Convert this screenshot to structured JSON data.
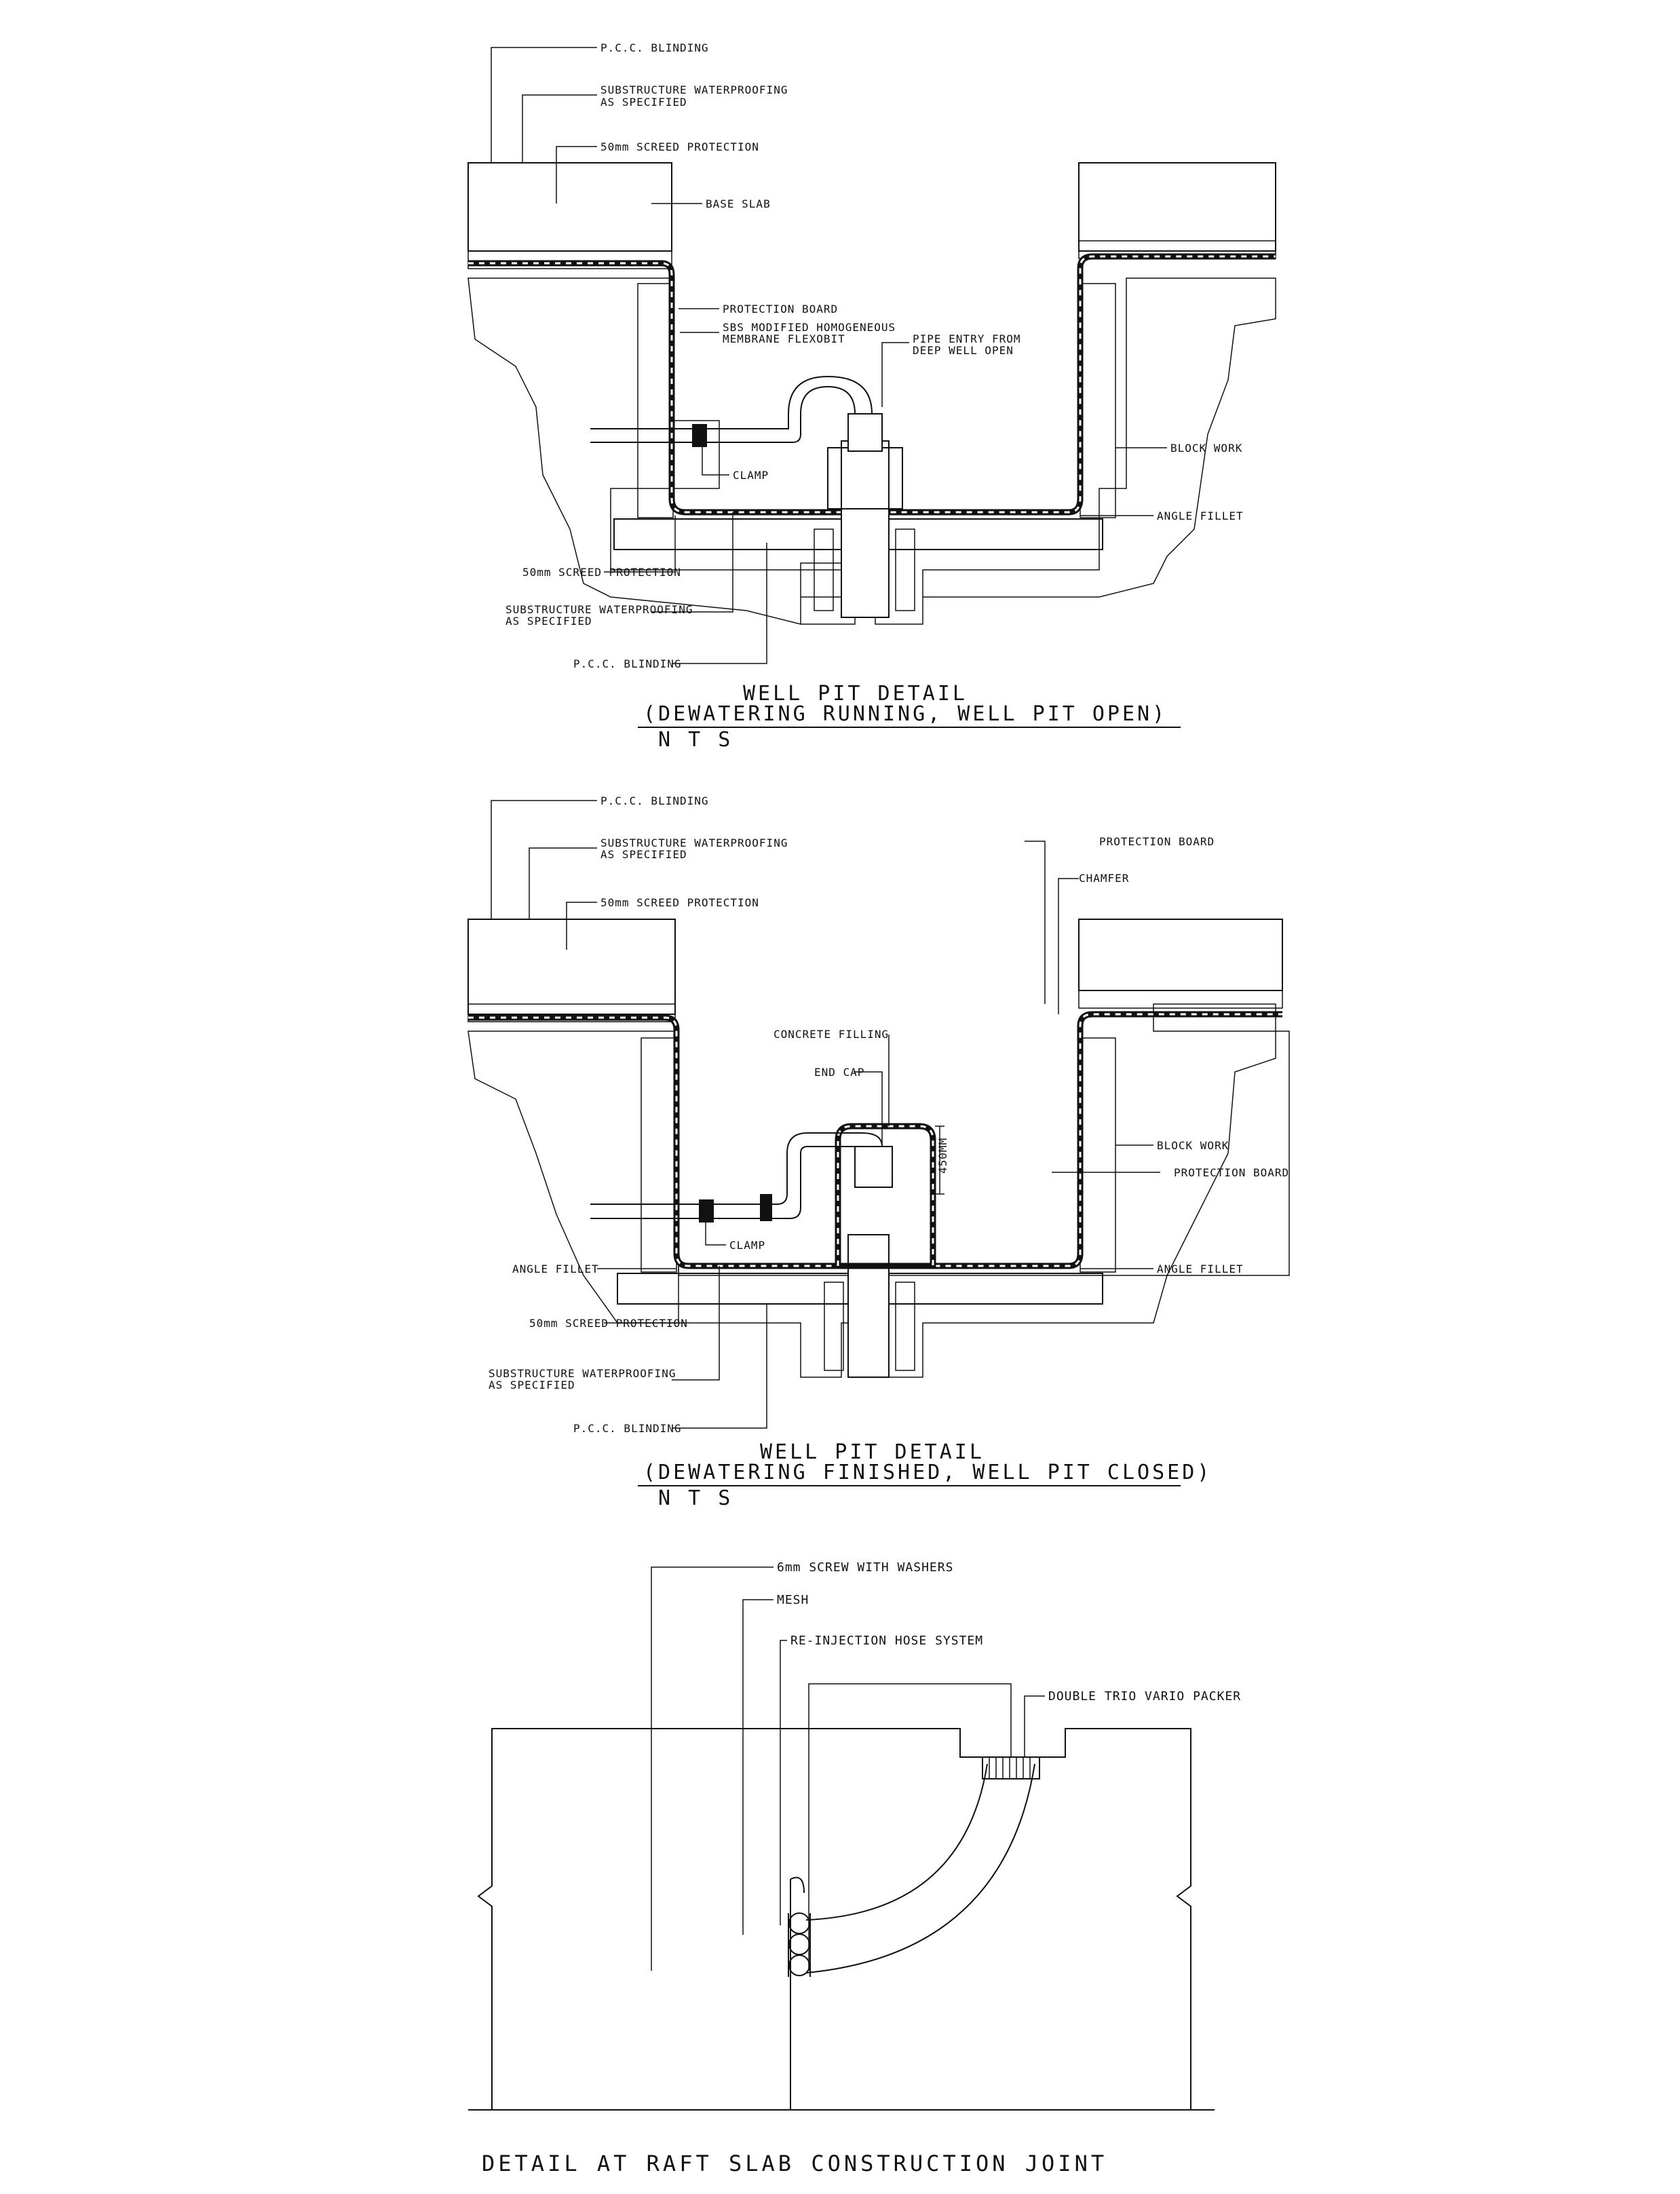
{
  "details": [
    {
      "title": "WELL PIT DETAIL",
      "subtitle": "(DEWATERING RUNNING, WELL PIT OPEN)",
      "scale": "N T S",
      "labels": {
        "pcc_blinding_top": "P.C.C. BLINDING",
        "waterproofing_top": [
          "SUBSTRUCTURE WATERPROOFING",
          "AS SPECIFIED"
        ],
        "screed_top": "50mm SCREED PROTECTION",
        "base_slab": "BASE SLAB",
        "protection_board": "PROTECTION BOARD",
        "sbs_membrane": [
          "SBS MODIFIED HOMOGENEOUS",
          "MEMBRANE FLEXOBIT"
        ],
        "pipe_entry": [
          "PIPE ENTRY FROM",
          "DEEP WELL OPEN"
        ],
        "block_work": "BLOCK WORK",
        "clamp": "CLAMP",
        "angle_fillet": "ANGLE FILLET",
        "screed_bottom": "50mm SCREED PROTECTION",
        "waterproofing_bottom": [
          "SUBSTRUCTURE WATERPROOFING",
          "AS SPECIFIED"
        ],
        "pcc_blinding_bottom": "P.C.C. BLINDING"
      }
    },
    {
      "title": "WELL PIT DETAIL",
      "subtitle": "(DEWATERING FINISHED, WELL PIT CLOSED)",
      "scale": "N T S",
      "labels": {
        "pcc_blinding_top": "P.C.C. BLINDING",
        "waterproofing_top": [
          "SUBSTRUCTURE WATERPROOFING",
          "AS SPECIFIED"
        ],
        "screed_top": "50mm SCREED PROTECTION",
        "protection_board_top": "PROTECTION BOARD",
        "chamfer": "CHAMFER",
        "concrete_filling": "CONCRETE FILLING",
        "end_cap": "END CAP",
        "block_work": "BLOCK WORK",
        "protection_board_right": "PROTECTION BOARD",
        "clamp": "CLAMP",
        "angle_fillet_left": "ANGLE FILLET",
        "angle_fillet_right": "ANGLE FILLET",
        "screed_bottom": "50mm SCREED PROTECTION",
        "waterproofing_bottom": [
          "SUBSTRUCTURE WATERPROOFING",
          "AS SPECIFIED"
        ],
        "pcc_blinding_bottom": "P.C.C. BLINDING",
        "dimension": "450MM"
      }
    },
    {
      "title": "DETAIL AT RAFT SLAB CONSTRUCTION JOINT",
      "labels": {
        "screw": "6mm SCREW WITH WASHERS",
        "mesh": "MESH",
        "hose": "RE-INJECTION  HOSE SYSTEM",
        "packer": "DOUBLE TRIO VARIO PACKER"
      }
    }
  ]
}
